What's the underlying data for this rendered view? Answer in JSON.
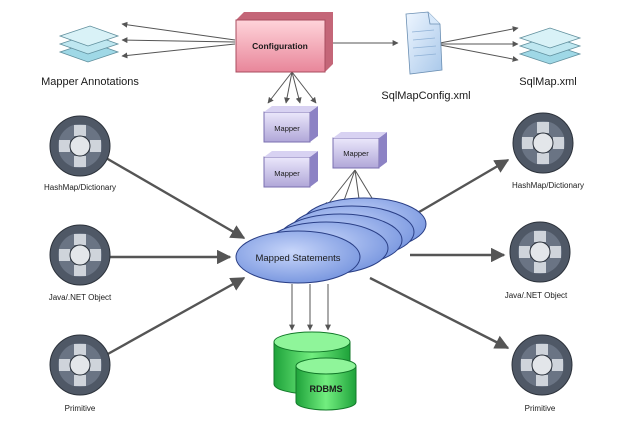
{
  "diagram": {
    "config_box": "Configuration",
    "sqlmap_config": "SqlMapConfig.xml",
    "sqlmap": "SqlMap.xml",
    "mapper_annotations": "Mapper Annotations",
    "mappers": [
      "Mapper",
      "Mapper",
      "Mapper"
    ],
    "mapped_statements": "Mapped Statements",
    "rdbms": "RDBMS",
    "inputs": [
      "HashMap/Dictionary",
      "Java/.NET Object",
      "Primitive"
    ],
    "outputs": [
      "HashMap/Dictionary",
      "Java/.NET Object",
      "Primitive"
    ]
  },
  "colors": {
    "config_fill": "#f2a9b3",
    "mapper_fill": "#c9c3e6",
    "statement_fill": "#8aa6e6",
    "rdbms_fill": "#46d05a",
    "wheel_outer": "#4f5866"
  }
}
